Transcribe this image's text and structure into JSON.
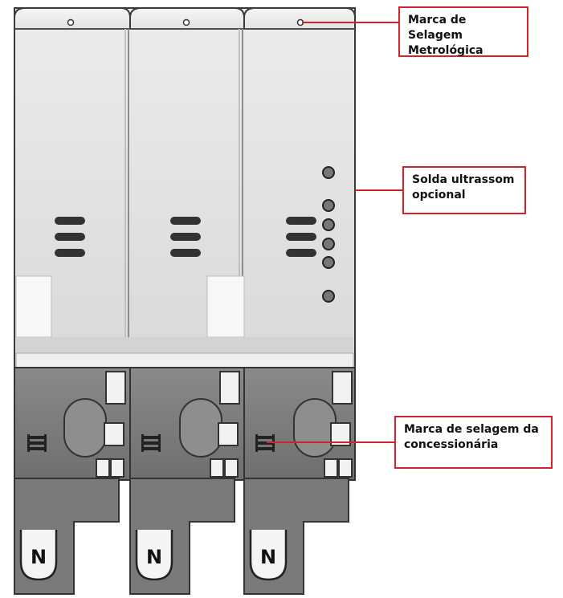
{
  "callouts": [
    {
      "line1": "Marca de Selagem",
      "line2": "Metrológica"
    },
    {
      "line1": "Solda ultrassom",
      "line2": "opcional"
    },
    {
      "line1": "Marca de selagem da",
      "line2": "concessionária"
    }
  ],
  "terminals": [
    {
      "label": "N"
    },
    {
      "label": "N"
    },
    {
      "label": "N"
    }
  ],
  "colors": {
    "callout_border": "#d8202a",
    "leader_line": "#d8202a",
    "housing": "#e4e4e4",
    "base": "#7c7c7c",
    "outline": "#3a3a3a"
  }
}
